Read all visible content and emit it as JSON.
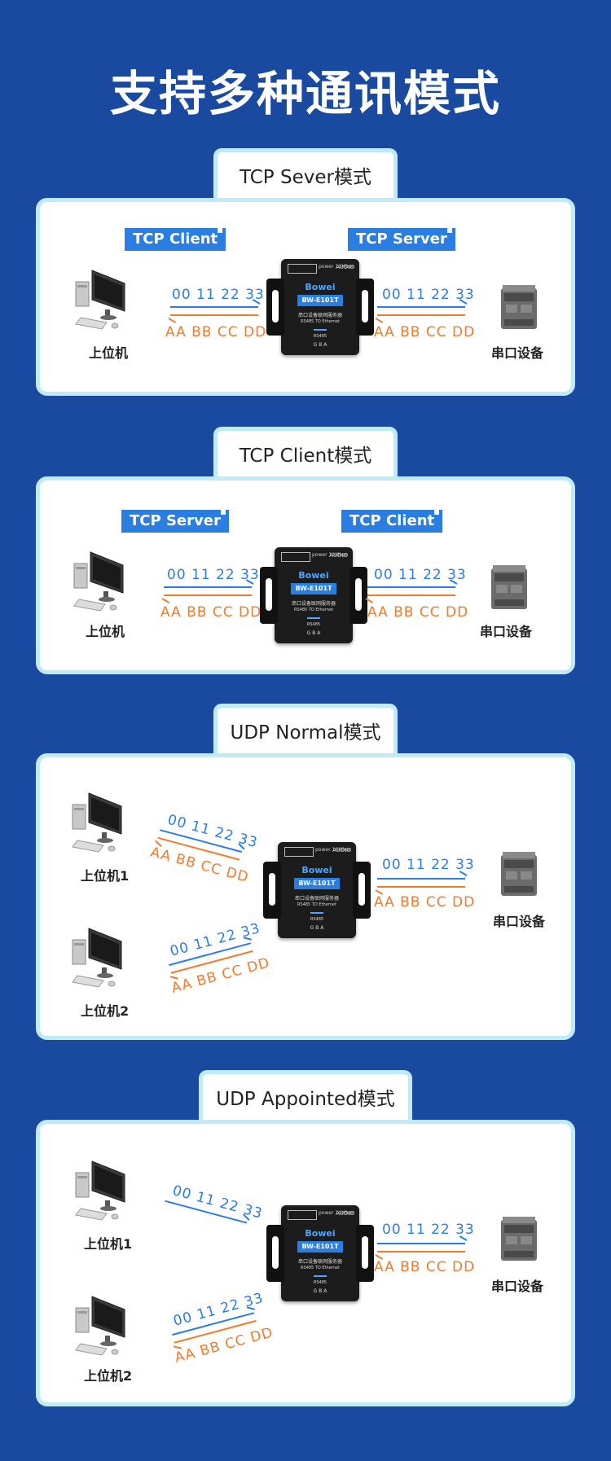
{
  "title": "支持多种通讯模式",
  "device": {
    "brand": "Bowei",
    "model": "BW-E101T",
    "desc_cn": "串口设备联网服务器",
    "desc_en": "RS485 TO Ethernet",
    "port": "RS485",
    "pins": "G  B  A",
    "top_mid": "power 10Mbps",
    "top_right": "AUDIO"
  },
  "modes": [
    {
      "tab": "TCP Sever模式",
      "left_tag": "TCP Client",
      "right_tag": "TCP Server",
      "left_label": "上位机",
      "right_label": "串口设备",
      "hex_send": "00  11  22  33",
      "hex_recv": "AA  BB  CC  DD"
    },
    {
      "tab": "TCP Client模式",
      "left_tag": "TCP Server",
      "right_tag": "TCP Client",
      "left_label": "上位机",
      "right_label": "串口设备",
      "hex_send": "00  11  22  33",
      "hex_recv": "AA  BB  CC  DD"
    },
    {
      "tab": "UDP Normal模式",
      "left_label_1": "上位机1",
      "left_label_2": "上位机2",
      "right_label": "串口设备",
      "hex_send": "00  11  22  33",
      "hex_recv": "AA  BB  CC  DD"
    },
    {
      "tab": "UDP Appointed模式",
      "left_label_1": "上位机1",
      "left_label_2": "上位机2",
      "right_label": "串口设备",
      "hex_send": "00  11  22  33",
      "hex_recv": "AA  BB  CC  DD"
    }
  ],
  "colors": {
    "background": "#1a4aa0",
    "panel_border": "#bfeaf7",
    "tag": "#2a7de1",
    "send": "#2a7de1",
    "recv": "#f07b2a"
  }
}
